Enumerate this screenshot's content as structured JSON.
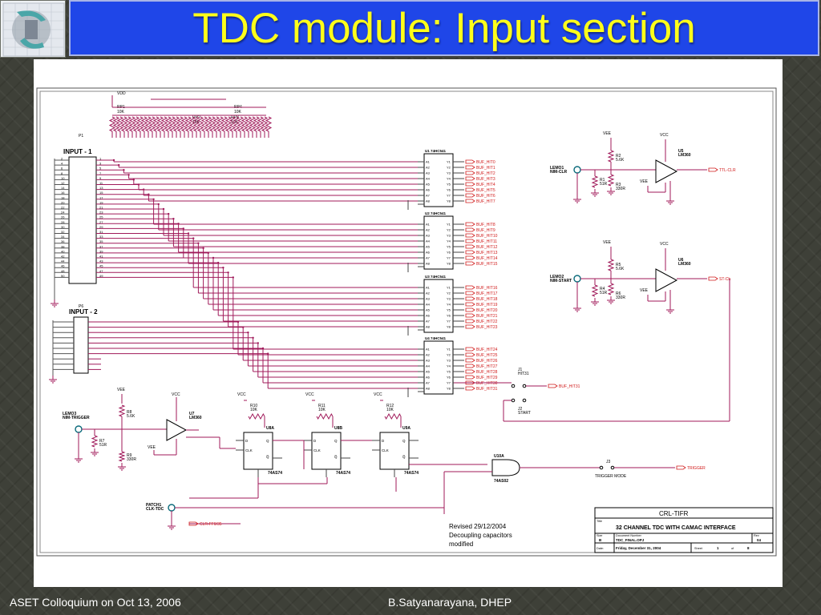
{
  "slide": {
    "title": "TDC module: Input section",
    "footer_left": "ASET Colloquium on Oct 13, 2006",
    "footer_right": "B.Satyanarayana, DHEP"
  },
  "colors": {
    "title_bar": "#1f46e8",
    "title_text": "#ffff1a",
    "wire": "#a01a5a",
    "label_red": "#d01818",
    "background": "#3e4038"
  },
  "schematic": {
    "connectors": {
      "p1_ref": "P1",
      "p1_label": "INPUT - 1",
      "p6_ref": "P6",
      "p6_label": "INPUT - 2"
    },
    "power": {
      "vdd": "VDD",
      "vee": "VEE",
      "vcc": "VCC"
    },
    "resistor_packs": [
      {
        "ref": "RP1",
        "value": "10K"
      },
      {
        "ref": "RP2",
        "value": "10K"
      },
      {
        "ref": "RP3",
        "value": "10K"
      },
      {
        "ref": "RP4",
        "value": "10K"
      }
    ],
    "buffers": [
      {
        "ref": "U1",
        "part": "74HC541",
        "outputs": [
          "BUF_HIT0",
          "BUF_HIT1",
          "BUF_HIT2",
          "BUF_HIT3",
          "BUF_HIT4",
          "BUF_HIT5",
          "BUF_HIT6",
          "BUF_HIT7"
        ]
      },
      {
        "ref": "U2",
        "part": "74HC541",
        "outputs": [
          "BUF_HIT8",
          "BUF_HIT9",
          "BUF_HIT10",
          "BUF_HIT11",
          "BUF_HIT12",
          "BUF_HIT13",
          "BUF_HIT14",
          "BUF_HIT15"
        ]
      },
      {
        "ref": "U3",
        "part": "74HC541",
        "outputs": [
          "BUF_HIT16",
          "BUF_HIT17",
          "BUF_HIT18",
          "BUF_HIT19",
          "BUF_HIT20",
          "BUF_HIT21",
          "BUF_HIT22",
          "BUF_HIT23"
        ]
      },
      {
        "ref": "U4",
        "part": "74HC541",
        "outputs": [
          "BUF_HIT24",
          "BUF_HIT25",
          "BUF_HIT26",
          "BUF_HIT27",
          "BUF_HIT28",
          "BUF_HIT29",
          "BUF_HIT30",
          "BUF_HIT31"
        ]
      }
    ],
    "comparators": [
      {
        "ref": "U5",
        "part": "LM360",
        "lemo": "LEMO1",
        "lemo_label": "NIM-CLR",
        "output": "TTL-CLR",
        "r_top": "R2",
        "r_top_val": "5.6K",
        "r_mid": "R1",
        "r_mid_val": "51R",
        "r_bot": "R3",
        "r_bot_val": "330R"
      },
      {
        "ref": "U6",
        "part": "LM360",
        "lemo": "LEMO2",
        "lemo_label": "NIM-START",
        "output": "ST-Ch",
        "r_top": "R5",
        "r_top_val": "5.6K",
        "r_mid": "R4",
        "r_mid_val": "51R",
        "r_bot": "R6",
        "r_bot_val": "330R"
      },
      {
        "ref": "U7",
        "part": "LM360",
        "lemo": "LEMO3",
        "lemo_label": "NIM-TRIGGER",
        "r_top": "R8",
        "r_top_val": "5.6K",
        "r_mid": "R7",
        "r_mid_val": "51R",
        "r_bot": "R9",
        "r_bot_val": "330R"
      }
    ],
    "jumper_hit31": {
      "ref": "J1",
      "label": "HIT31",
      "output": "BUF_HIT31"
    },
    "jumper_start": {
      "ref": "J2",
      "label": "START"
    },
    "flipflops": [
      {
        "ref": "U8A",
        "part": "74AS74",
        "r": "R10",
        "r_val": "10K"
      },
      {
        "ref": "U8B",
        "part": "74AS74",
        "r": "R11",
        "r_val": "10K"
      },
      {
        "ref": "U9A",
        "part": "74AS74",
        "r": "R12",
        "r_val": "10K"
      }
    ],
    "gate": {
      "ref": "U10A",
      "part": "74AS02"
    },
    "trigger_jumper": {
      "ref": "J3",
      "label": "TRIGGER MODE",
      "output": "TRIGGER"
    },
    "patch": {
      "ref": "PATCH1",
      "label": "CLK-TDC"
    },
    "clr_net": "CLR-FF0/35",
    "note_lines": [
      "Revised 29/12/2004",
      "Decoupling capacitors",
      "modified"
    ],
    "title_block": {
      "company": "CRL-TIFR",
      "title": "32 CHANNEL TDC WITH CAMAC INTERFACE",
      "size_label": "Size",
      "size": "B",
      "docnum_label": "Document Number",
      "docnum": "TDC_FINAL.OPJ",
      "rev_label": "Rev",
      "rev": "04",
      "date_label": "Date:",
      "date": "Friday, December 31, 2004",
      "sheet_label": "Sheet",
      "sheet": "1",
      "of_label": "of",
      "of": "8",
      "title_label": "Title"
    }
  }
}
